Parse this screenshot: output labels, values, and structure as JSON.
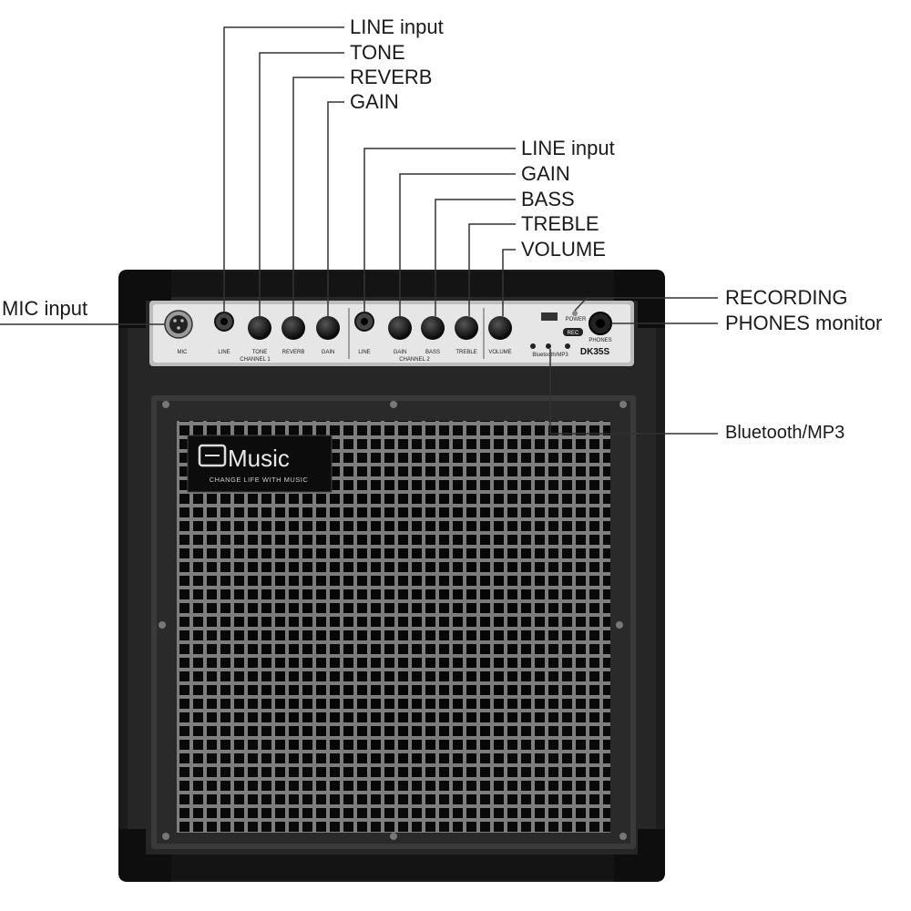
{
  "callouts": {
    "ch1_line_input": "LINE input",
    "ch1_tone": "TONE",
    "ch1_reverb": "REVERB",
    "ch1_gain": "GAIN",
    "ch2_line_input": "LINE input",
    "ch2_gain": "GAIN",
    "ch2_bass": "BASS",
    "ch2_treble": "TREBLE",
    "ch2_volume": "VOLUME",
    "mic_input": "MIC input",
    "recording": "RECORDING",
    "phones_monitor": "PHONES monitor",
    "bluetooth_mp3": "Bluetooth/MP3"
  },
  "panel": {
    "mic": "MIC",
    "line1": "LINE",
    "tone": "TONE",
    "reverb": "REVERB",
    "gain1": "GAIN",
    "line2": "LINE",
    "gain2": "GAIN",
    "bass": "BASS",
    "treble": "TREBLE",
    "volume": "VOLUME",
    "channel1": "CHANNEL 1",
    "channel2": "CHANNEL 2",
    "power": "POWER",
    "rec": "REC",
    "phones": "PHONES",
    "bt": "Bluetooth/MP3",
    "model": "DK35S"
  },
  "badge": {
    "brand": "Music",
    "tagline": "CHANGE LIFE WITH MUSIC"
  },
  "colors": {
    "cabinet": "#1c1c1c",
    "panel": "#e6e6e6",
    "grille": "#2a2a2a",
    "line": "#333333"
  }
}
